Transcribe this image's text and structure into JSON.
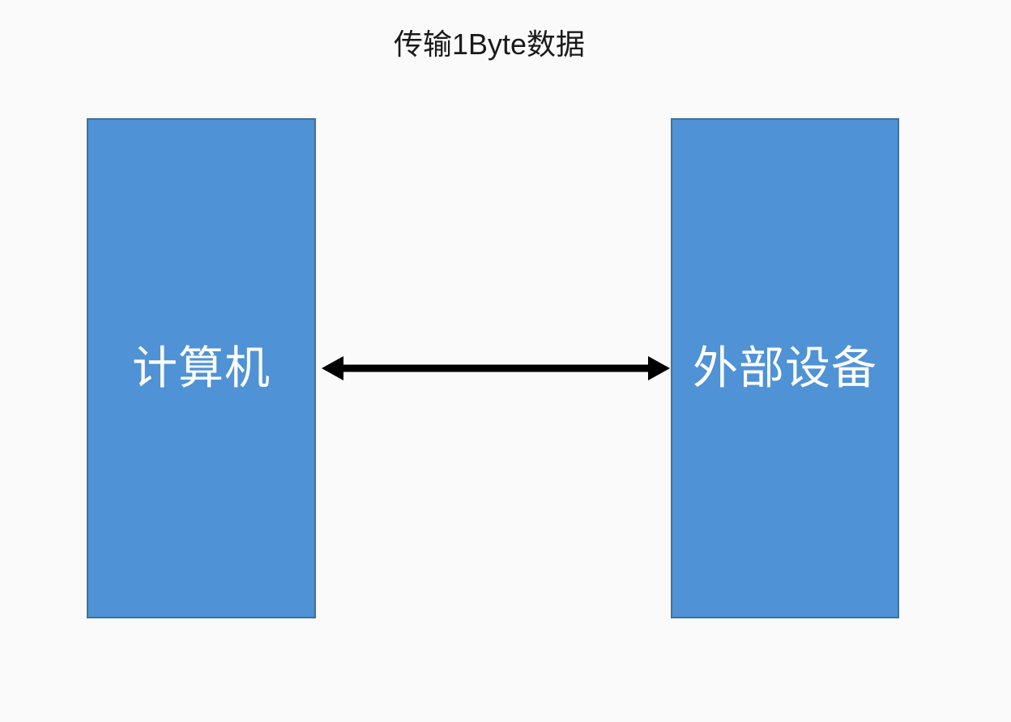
{
  "title": "传输1Byte数据",
  "diagram": {
    "boxes": [
      {
        "id": "computer",
        "label": "计算机"
      },
      {
        "id": "external-device",
        "label": "外部设备"
      }
    ],
    "connector": {
      "type": "double-arrow",
      "direction": "horizontal",
      "from": "computer",
      "to": "external-device"
    }
  },
  "colors": {
    "background": "#fafafa",
    "title_text": "#1a1a1a",
    "box_fill": "#4f92d5",
    "box_border": "#41719c",
    "box_text": "#ffffff",
    "arrow": "#000000"
  }
}
